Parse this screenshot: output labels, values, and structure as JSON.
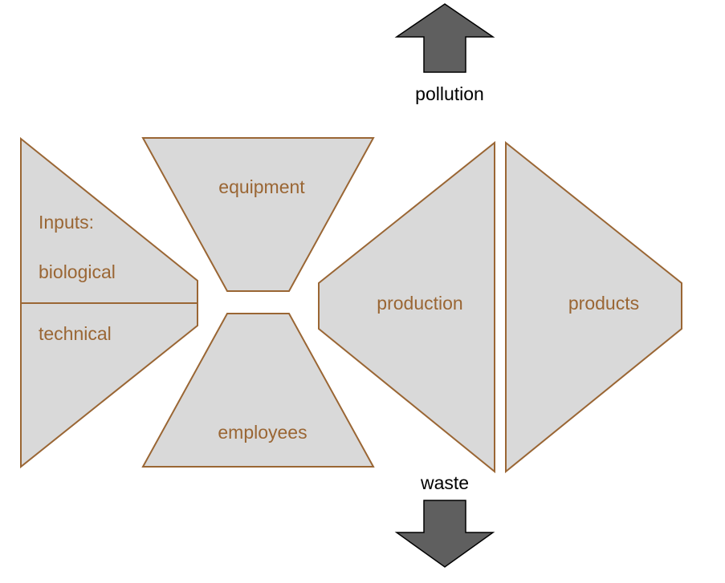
{
  "colors": {
    "shape_fill": "#d9d9d9",
    "shape_stroke": "#9a6634",
    "label": "#9a6634",
    "arrow_fill": "#5f5f5f"
  },
  "inputs": {
    "title": "Inputs:",
    "biological": "biological",
    "technical": "technical"
  },
  "equipment": "equipment",
  "employees": "employees",
  "production": "production",
  "products": "products",
  "pollution": "pollution",
  "waste": "waste"
}
